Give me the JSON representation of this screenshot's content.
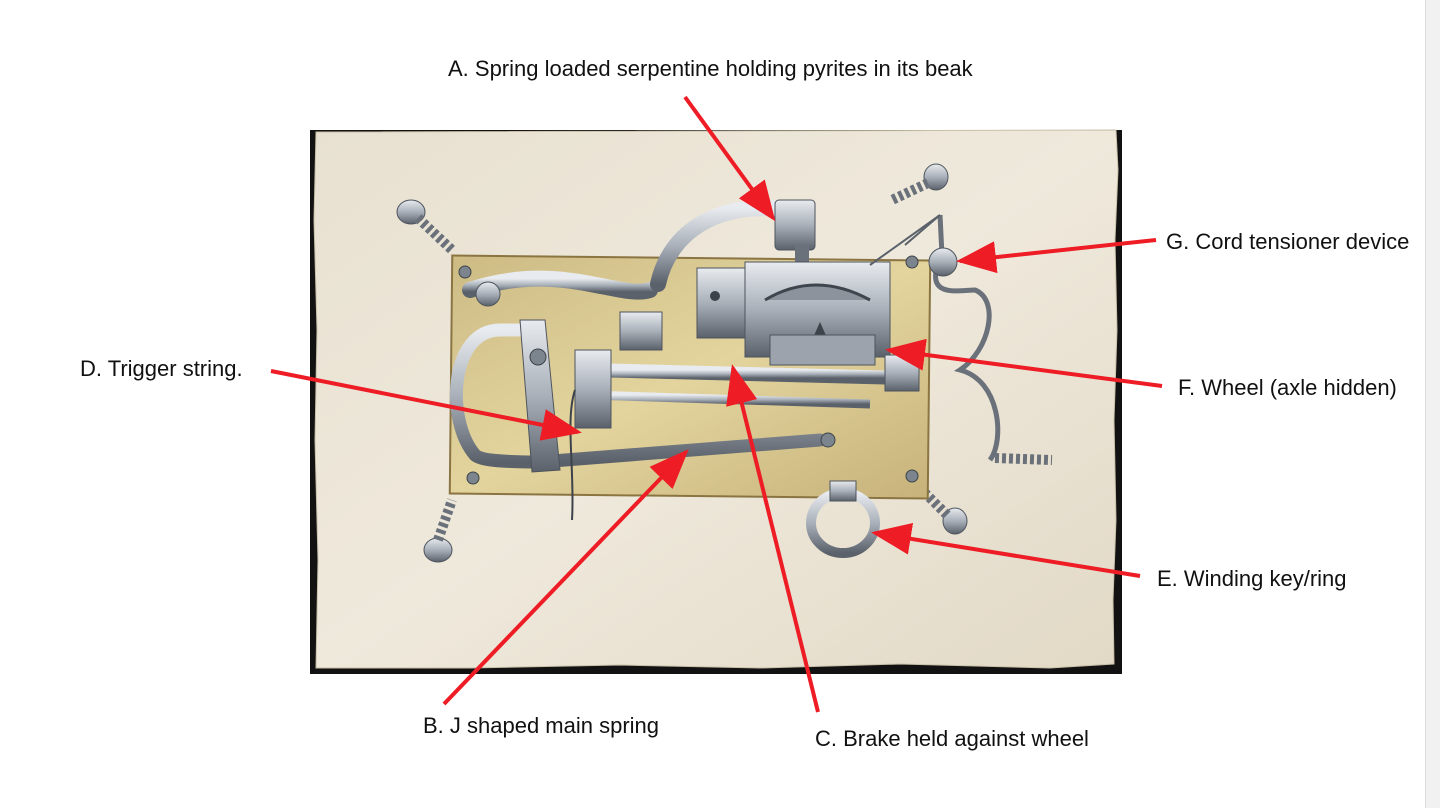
{
  "colors": {
    "arrow": "#ee1c25",
    "paper": "#ebe4d4",
    "paper_shadow": "#c9bfa8",
    "plate": "#d9c68e",
    "plate_edge": "#8a7442",
    "iron": "#a6adb6",
    "iron_dark": "#4d545d",
    "iron_light": "#e1e5ea",
    "backdrop": "#121212"
  },
  "labels": {
    "a": "A. Spring loaded serpentine holding pyrites in its beak",
    "b": "B. J shaped main spring",
    "c": "C. Brake held against wheel",
    "d": "D. Trigger string.",
    "e": "E. Winding key/ring",
    "f": "F. Wheel (axle hidden)",
    "g": "G. Cord tensioner device"
  }
}
